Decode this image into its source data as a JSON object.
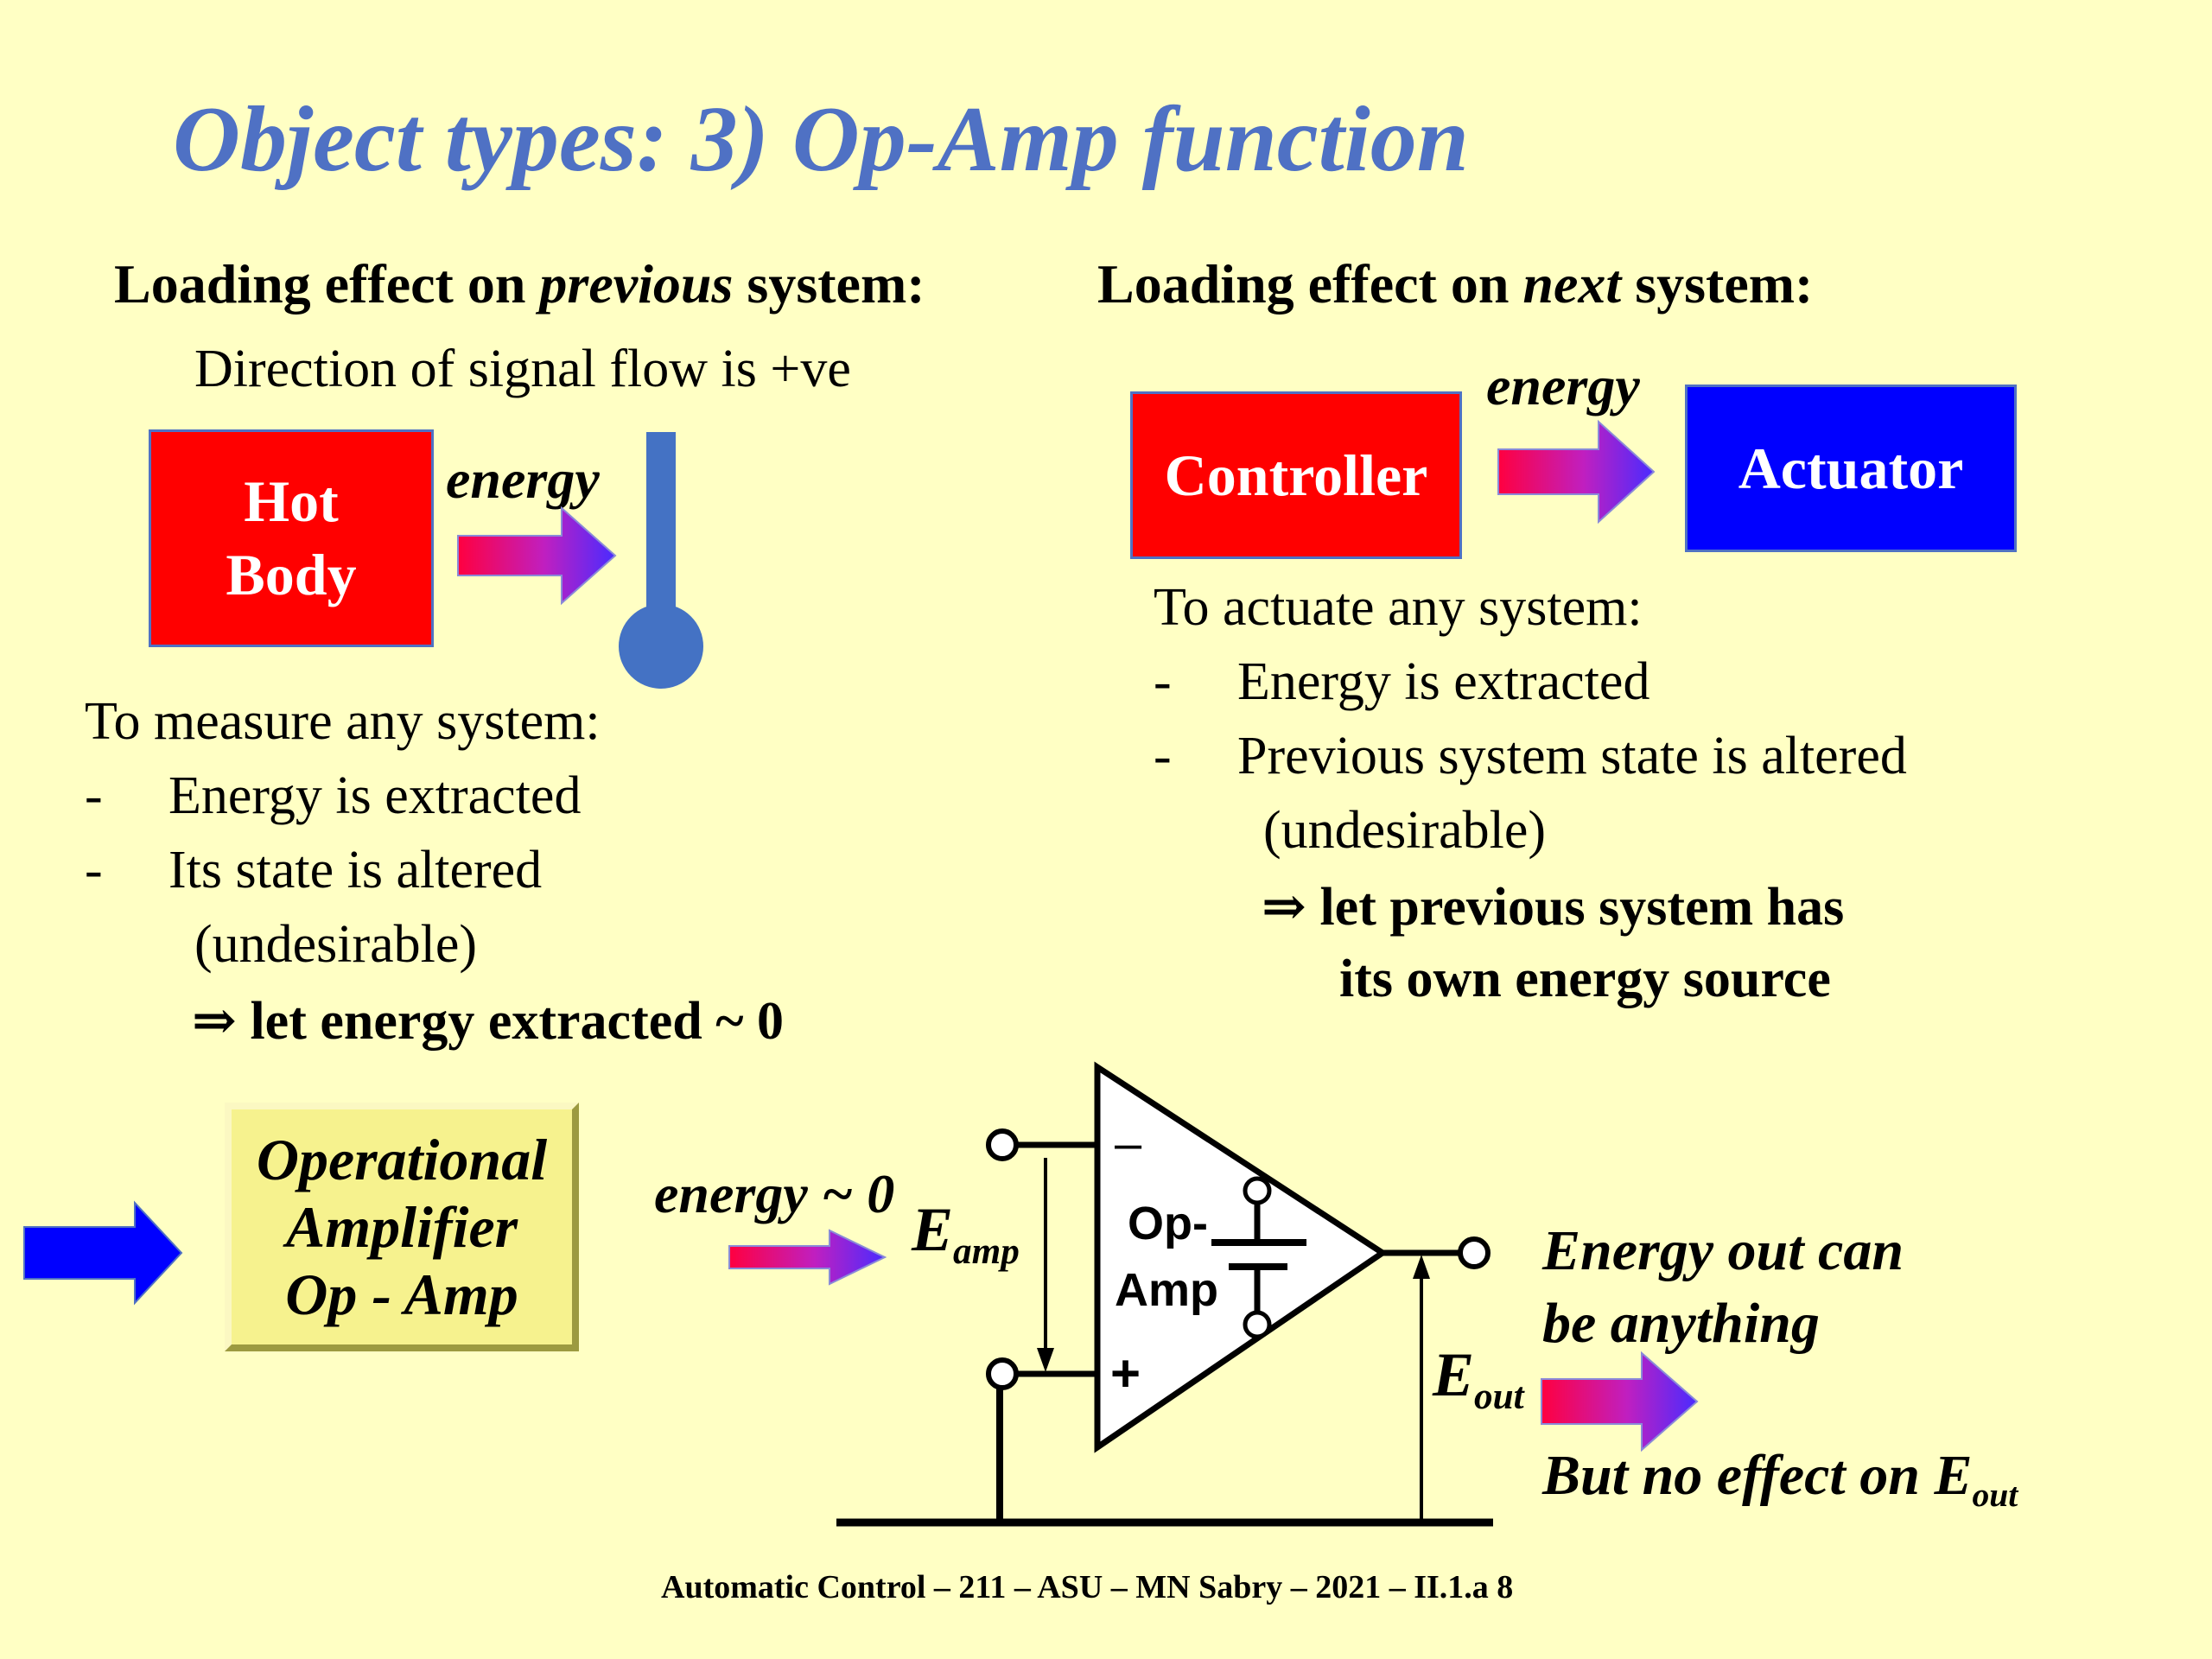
{
  "title": "Object types: 3) Op-Amp function",
  "left": {
    "heading_pre": "Loading effect on ",
    "heading_em": "previous",
    "heading_post": " system:",
    "direction": "Direction of signal flow is +ve",
    "hot_body_line1": "Hot",
    "hot_body_line2": "Body",
    "energy": "energy",
    "measure": "To measure any system:",
    "dash": "-",
    "bullet1": "Energy is extracted",
    "bullet2": "Its state is altered",
    "undesirable": "(undesirable)",
    "conclusion": "⇒ let energy extracted ~ 0"
  },
  "right": {
    "heading_pre": "Loading effect on ",
    "heading_em": "next",
    "heading_post": " system:",
    "energy": "energy",
    "controller": "Controller",
    "actuator": "Actuator",
    "actuate": "To actuate any system:",
    "dash": "-",
    "bullet1": "Energy is extracted",
    "bullet2": "Previous system state is altered",
    "undesirable": "(undesirable)",
    "conclusion1": "⇒ let previous system has",
    "conclusion2": "its own energy source"
  },
  "opamp": {
    "box_line1": "Operational",
    "box_line2": "Amplifier",
    "box_line3": "Op - Amp",
    "energy_zero": "energy ~ 0",
    "eamp_main": "E",
    "eamp_sub": "amp",
    "minus": "–",
    "plus": "+",
    "label_line1": "Op-",
    "label_line2": "Amp",
    "eout_main": "E",
    "eout_sub": "out",
    "out_text1": "Energy out can",
    "out_text2": "be anything",
    "no_effect_main": "But no effect on E",
    "no_effect_sub": "out"
  },
  "footer": "Automatic Control – 211 – ASU – MN Sabry – 2021 – II.1.a 8",
  "colors": {
    "background": "#FFFFC4",
    "title": "#4F71C4",
    "red_box": "#FF0000",
    "blue_box": "#0000FF",
    "yellow_box": "#F6F28E",
    "thermometer": "#4472C4"
  }
}
